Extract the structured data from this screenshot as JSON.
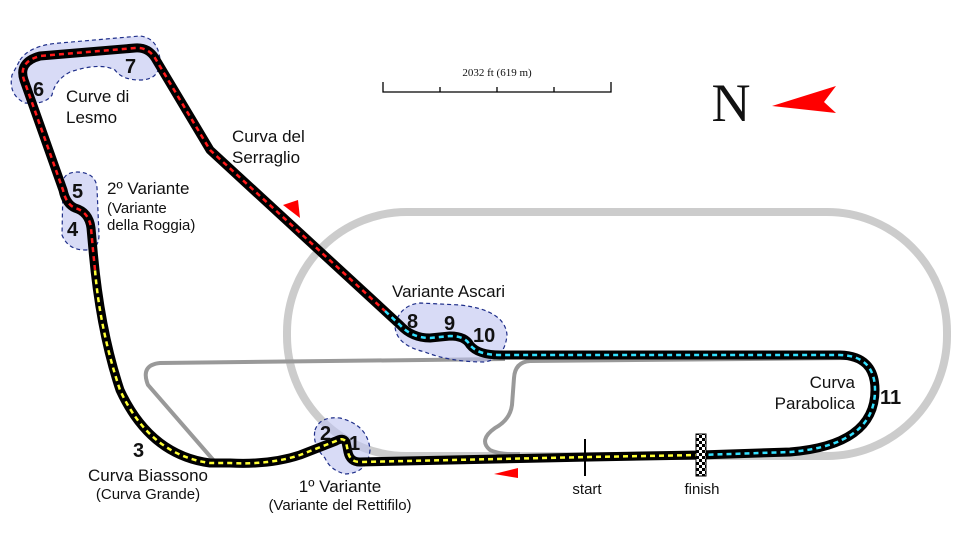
{
  "scale": {
    "label": "2032 ft (619 m)"
  },
  "compass": {
    "label": "N"
  },
  "colors": {
    "sector1": "#ffff33",
    "sector2": "#ff1a1a",
    "sector3": "#33e0ff",
    "arrow": "#ff0000",
    "oval": "#cccccc",
    "road": "#999999"
  },
  "corners": [
    {
      "num": "1"
    },
    {
      "num": "2"
    },
    {
      "num": "3"
    },
    {
      "num": "4"
    },
    {
      "num": "5"
    },
    {
      "num": "6"
    },
    {
      "num": "7"
    },
    {
      "num": "8"
    },
    {
      "num": "9"
    },
    {
      "num": "10"
    },
    {
      "num": "11"
    }
  ],
  "labels": {
    "lesmo": [
      "Curve di",
      "Lesmo"
    ],
    "serraglio": [
      "Curva del",
      "Serraglio"
    ],
    "variante2": [
      "2º Variante",
      "(Variante",
      "della Roggia)"
    ],
    "ascari": "Variante Ascari",
    "parabolica": [
      "Curva",
      "Parabolica"
    ],
    "biassono": [
      "Curva Biassono",
      "(Curva Grande)"
    ],
    "variante1": [
      "1º Variante",
      "(Variante del Rettifilo)"
    ],
    "start": "start",
    "finish": "finish"
  }
}
